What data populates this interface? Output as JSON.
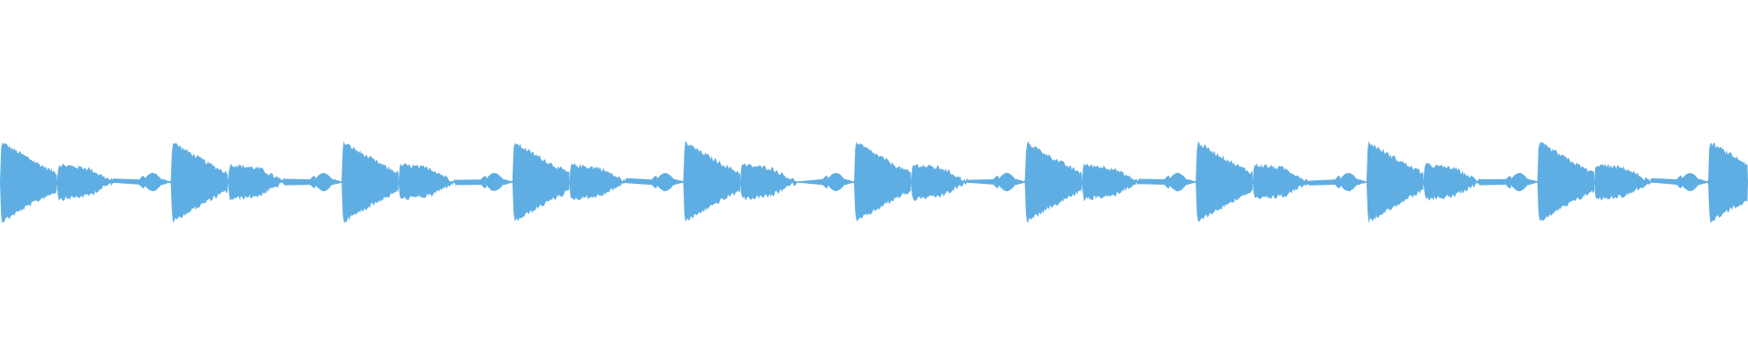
{
  "waveform": {
    "color": "#5eaee3",
    "background": "#ffffff",
    "pattern": [
      "kick",
      "snare",
      "hat",
      "kick",
      "snare",
      "hat",
      "kick",
      "snare",
      "hat",
      "kick",
      "snare",
      "hat",
      "kick",
      "snare",
      "hat",
      "kick",
      "snare",
      "hat",
      "kick",
      "snare",
      "hat",
      "kick",
      "snare",
      "hat",
      "kick",
      "snare",
      "hat",
      "kick",
      "snare",
      "hat",
      "kick"
    ]
  }
}
